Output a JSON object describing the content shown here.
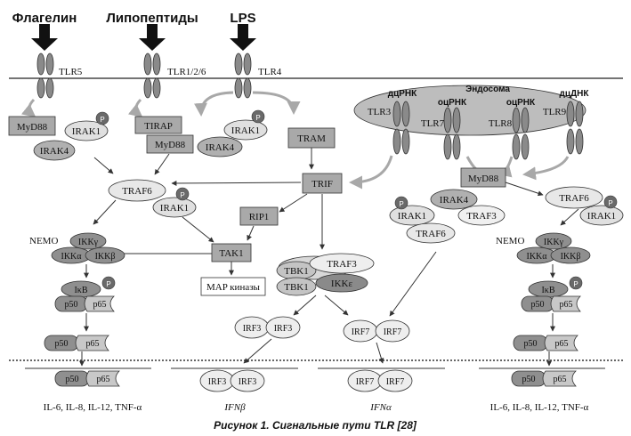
{
  "ligands": {
    "flagellin": "Флагелин",
    "lipopeptides": "Липопептиды",
    "lps": "LPS"
  },
  "receptors": {
    "tlr5": "TLR5",
    "tlr126": "TLR1/2/6",
    "tlr4": "TLR4",
    "tlr3": "TLR3",
    "tlr7": "TLR7",
    "tlr8": "TLR8",
    "tlr9": "TLR9"
  },
  "endosome": {
    "title": "Эндосома",
    "ds_rna": "дцРНК",
    "ss_rna_1": "оцРНК",
    "ss_rna_2": "оцРНК",
    "ds_dna": "дцДНК"
  },
  "adaptors": {
    "myd88_left": "MyD88",
    "irak1_left": "IRAK1",
    "irak4_left": "IRAK4",
    "tirap": "TIRAP",
    "myd88_mid": "MyD88",
    "irak1_mid": "IRAK1",
    "irak4_mid": "IRAK4",
    "tram": "TRAM",
    "trif": "TRIF",
    "myd88_right": "MyD88",
    "irak4_right": "IRAK4",
    "irak1_right_cluster": "IRAK1",
    "traf3_right_cluster": "TRAF3",
    "traf6_right_cluster": "TRAF6"
  },
  "kinases": {
    "traf6_left": "TRAF6",
    "irak1_traf_left": "IRAK1",
    "rip1": "RIP1",
    "tak1": "TAK1",
    "map_kinases": "MAP киназы",
    "tbk1_a": "TBK1",
    "tbk1_b": "TBK1",
    "traf3_mid": "TRAF3",
    "ikke": "IKKε",
    "traf6_right": "TRAF6",
    "irak1_traf_right": "IRAK1"
  },
  "nfkb_left": {
    "nemo": "NEMO",
    "ikkg": "IKKγ",
    "ikka": "IKKα",
    "ikkb": "IKKβ",
    "ikb": "IκB",
    "p50_a": "p50",
    "p65_a": "p65",
    "p50_b": "p50",
    "p65_b": "p65",
    "p50_c": "p50",
    "p65_c": "p65"
  },
  "nfkb_right": {
    "nemo": "NEMO",
    "ikkg": "IKKγ",
    "ikka": "IKKα",
    "ikkb": "IKKβ",
    "ikb": "IκB",
    "p50_a": "p50",
    "p65_a": "p65",
    "p50_b": "p50",
    "p65_b": "p65",
    "p50_c": "p50",
    "p65_c": "p65"
  },
  "irf": {
    "irf3_a": "IRF3",
    "irf3_b": "IRF3",
    "irf7_a": "IRF7",
    "irf7_b": "IRF7",
    "irf3_nuc_a": "IRF3",
    "irf3_nuc_b": "IRF3",
    "irf7_nuc_a": "IRF7",
    "irf7_nuc_b": "IRF7"
  },
  "phospho": "P",
  "outputs": {
    "cytokines_left": "IL-6, IL-8, IL-12, TNF-α",
    "ifnb": "IFNβ",
    "ifna": "IFNα",
    "cytokines_right": "IL-6, IL-8, IL-12, TNF-α"
  },
  "caption": "Рисунок 1. Сигнальные пути TLR [28]"
}
